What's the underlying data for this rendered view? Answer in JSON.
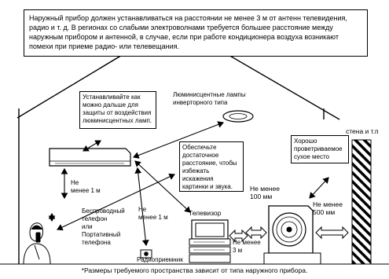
{
  "top_note": "Наружный прибор должен устанавливаться на расстоянии не менее 3 м от антенн телевидения, радио и т. д. В регионах со слабыми электроволнами требуется большее расстояние между наружным прибором и антенной, в случае, если при работе кондиционера воздуха возникают помехи при приеме радио- или телевещания.",
  "callouts": {
    "fluorescent_far": "Устанавливайте как\nможно дальше для\nзащиты от воздействия\nлюминисцентных ламп.",
    "inverter_lamp": "Люминисцентные лампы\nинверторного типа",
    "sufficient_distance": "Обеспечьте\nдостаточное\nрасстояние, чтобы\nизбежать\nискажения\nкартинки и звука.",
    "ventilated": "Хорошо\nпроветриваемое\nсухое место"
  },
  "labels": {
    "wall": "стена и т.п",
    "min_1m_left": "Не\nменее 1 м",
    "min_1m_phone": "Не\nменее 1 м",
    "phones": "Беспроводный\nтелефон\nили\nПортативный\nтелефона",
    "radio": "Радиоприемник",
    "tv": "Телевизор",
    "min_100": "Не менее\n100 мм",
    "min_500": "Не менее\n500 мм",
    "min_3m": "Не менее\n3 м"
  },
  "footnote": "*Размеры требуемого пространства зависит от типа наружного прибора."
}
